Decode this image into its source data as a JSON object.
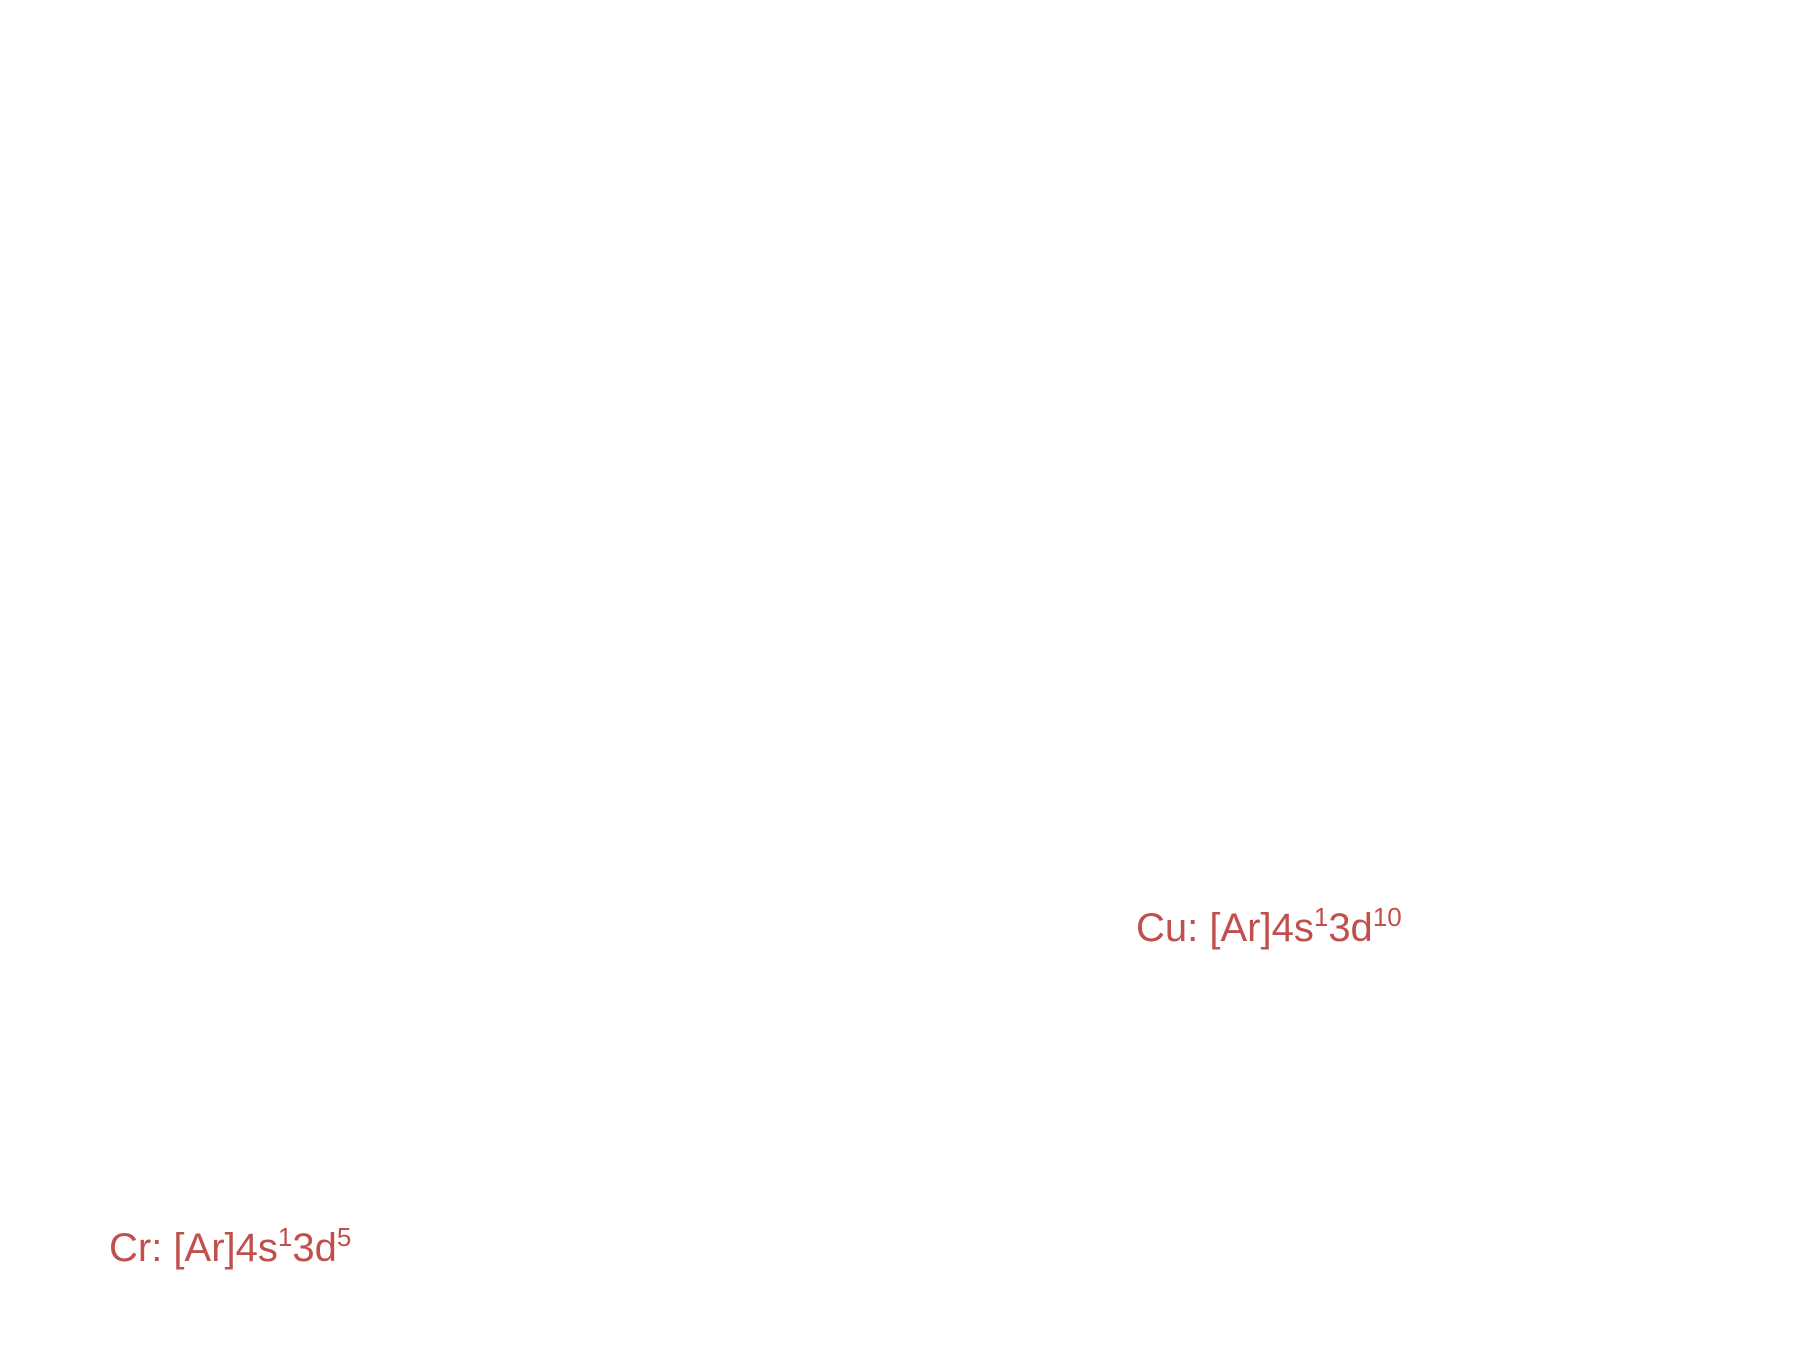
{
  "colors": {
    "text": "#c0504d",
    "background": "#ffffff"
  },
  "configurations": {
    "copper": {
      "prefix": "Cu: [Ar]4s",
      "s_electrons": "1",
      "mid": "3d",
      "d_electrons": "10"
    },
    "chromium": {
      "prefix": "Cr: [Ar]4s",
      "s_electrons": "1",
      "mid": "3d",
      "d_electrons": "5"
    }
  }
}
